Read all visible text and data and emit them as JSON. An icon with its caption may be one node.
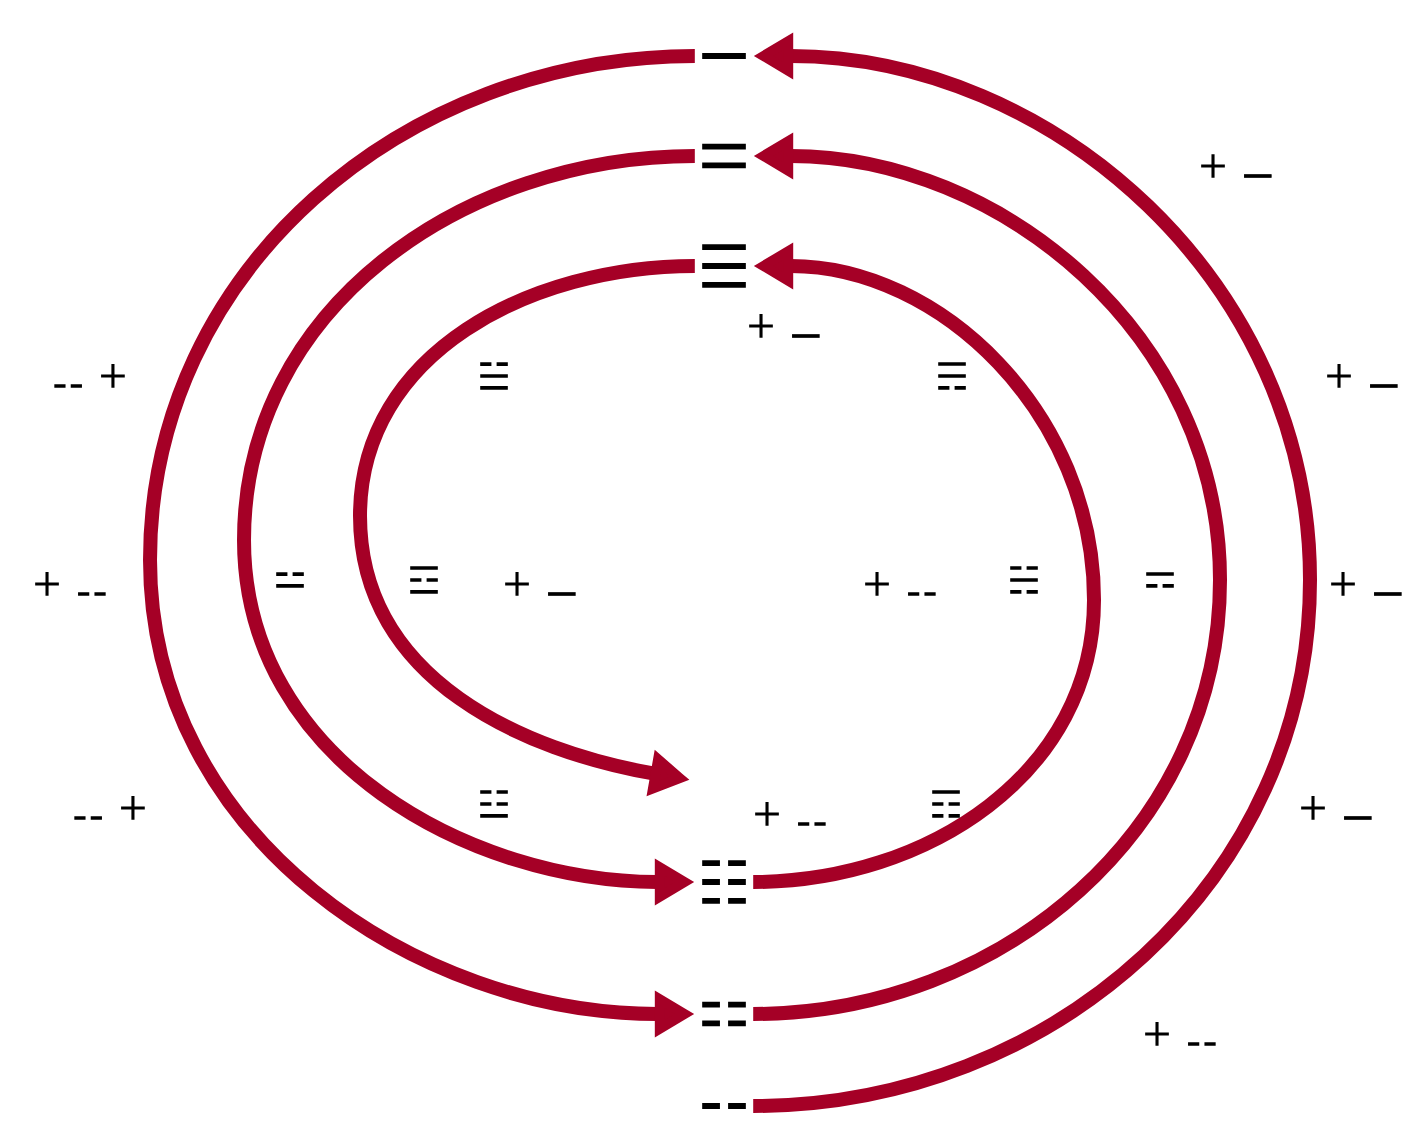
{
  "diagram": {
    "nodes": [
      {
        "text": [
          "⚊"
        ]
      },
      {
        "text": [
          "⚌"
        ]
      },
      {
        "text": [
          "☰"
        ]
      },
      {
        "text": [
          "☷"
        ]
      },
      {
        "text": [
          "⚏"
        ]
      },
      {
        "text": [
          "⚋"
        ]
      }
    ],
    "edges": [
      {
        "from": 0,
        "to": 4,
        "arrow": "to"
      },
      {
        "from": 1,
        "to": 3,
        "arrow": "to"
      },
      {
        "from": 2,
        "to": null,
        "arrow": "to"
      },
      {
        "from": 5,
        "to": 0,
        "arrow": "to"
      },
      {
        "from": 4,
        "to": 1,
        "arrow": "to"
      },
      {
        "from": 3,
        "to": 2,
        "arrow": "to"
      }
    ],
    "labels": [
      "+ ⚊",
      "+ ⚊",
      "⚋ +",
      "☱",
      "☴",
      "+ ⚊",
      "+ ⚋",
      "⚍",
      "☲",
      "+ ⚊",
      "+ ⚋",
      "☵",
      "⚎",
      "+ ⚊",
      "⚋ +",
      "☳",
      "+ ⚋",
      "☶",
      "+ ⚊",
      "+ ⚋"
    ]
  }
}
